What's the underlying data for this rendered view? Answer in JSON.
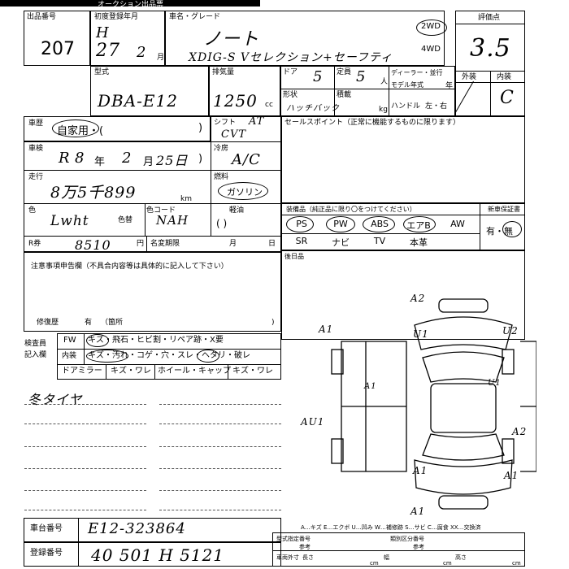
{
  "header": {
    "title_fragment": "オークション出品票"
  },
  "lot": {
    "label": "出品番号",
    "value": "207"
  },
  "registration": {
    "label": "初度登録年月",
    "era": "H",
    "year": "27",
    "month": "2",
    "month_unit": "月"
  },
  "model": {
    "label": "車名・グレード",
    "name": "ノート",
    "grade": "XDIG-S Vセレクション+セーフティ"
  },
  "drive": {
    "opt1": "2WD",
    "opt2": "4WD"
  },
  "score": {
    "label": "評価点",
    "value": "3.5",
    "exterior_label": "外装",
    "interior_label": "内装",
    "exterior_value": "",
    "interior_value": "C"
  },
  "type": {
    "label": "型式",
    "value": "DBA-E12"
  },
  "displacement": {
    "label": "排気量",
    "value": "1250",
    "unit": "cc"
  },
  "doors": {
    "label": "ドア",
    "value": "5"
  },
  "capacity": {
    "label": "定員",
    "value": "5",
    "unit": "人"
  },
  "dealer": {
    "label": "ディーラー・並行"
  },
  "model_year": {
    "label": "モデル年式",
    "unit": "年"
  },
  "shape": {
    "label": "形状",
    "value": "ハッチバック"
  },
  "load": {
    "label": "積載",
    "unit": "kg"
  },
  "handle": {
    "label": "ハンドル",
    "options": "左・右"
  },
  "usage": {
    "label": "車歴",
    "value": "自家用・(",
    "close": ")"
  },
  "shift": {
    "label": "シフト",
    "value1": "AT",
    "value2": "CVT"
  },
  "sales": {
    "label": "セールスポイント（正常に機能するものに限ります）"
  },
  "inspection": {
    "label": "車検",
    "era": "R",
    "year": "8",
    "year_unit": "年",
    "month": "2",
    "month_unit": "月",
    "day": "25日",
    "close": ")"
  },
  "ac": {
    "label": "冷房",
    "value": "A/C"
  },
  "mileage": {
    "label": "走行",
    "value": "8万5千899",
    "unit": "km"
  },
  "fuel": {
    "label": "燃料",
    "value": "ガソリン"
  },
  "color": {
    "label": "色",
    "value": "Lwht",
    "tone_label": "色替",
    "code_label": "色コード",
    "code_value": "NAH"
  },
  "light_oil": {
    "label": "軽油",
    "paren": "(        )"
  },
  "equipment": {
    "label": "装備品（純正品に限り〇をつけてください）",
    "row1": [
      "PS",
      "PW",
      "ABS",
      "エアB",
      "AW"
    ],
    "row2": [
      "SR",
      "ナビ",
      "TV",
      "本革"
    ]
  },
  "new_car_warranty": {
    "label": "新車保証書",
    "options": "有・無"
  },
  "recycle": {
    "label": "R券",
    "value": "8510",
    "unit": "円",
    "change_label": "名変期限",
    "month_unit": "月",
    "day_unit": "日"
  },
  "remarks": {
    "label": "後日品"
  },
  "notes": {
    "label": "注意事項申告欄（不具合内容等は具体的に記入して下さい）",
    "repair_label": "修復歴",
    "repair_value": "有",
    "part_label": "（箇所",
    "close": ")"
  },
  "inspector": {
    "label1": "検査員",
    "label2": "記入欄",
    "row1_head": "FW",
    "row1": "キズ・飛石・ヒビ割・リペア跡・X要",
    "row2_head": "内装",
    "row2": "キズ・汚れ・コゲ・穴・スレ・ヘタリ・破レ",
    "row3": [
      "ドアミラー",
      "キズ・ワレ",
      "ホイール・キャップ",
      "キズ・ワレ"
    ]
  },
  "handwritten_note": "冬タイヤ",
  "damage_marks": [
    "A2",
    "A1",
    "U1",
    "U2",
    "A1",
    "U1",
    "AU1",
    "A2",
    "A1",
    "A1",
    "A1"
  ],
  "legend": "A…キズ  E…エクボ  U…凹み  W…補修跡  S…サビ  C…腐食  XX…交換済",
  "chassis": {
    "label": "車台番号",
    "value": "E12-323864"
  },
  "plate": {
    "label": "登録番号",
    "value": "40 501 H 5121"
  },
  "bottom": {
    "type_label": "型式指定番号",
    "class_label": "類別区分番号",
    "ref": "参考",
    "dims_label": "車両外寸",
    "length": "長さ",
    "width": "幅",
    "height": "高さ",
    "cm": "cm"
  }
}
